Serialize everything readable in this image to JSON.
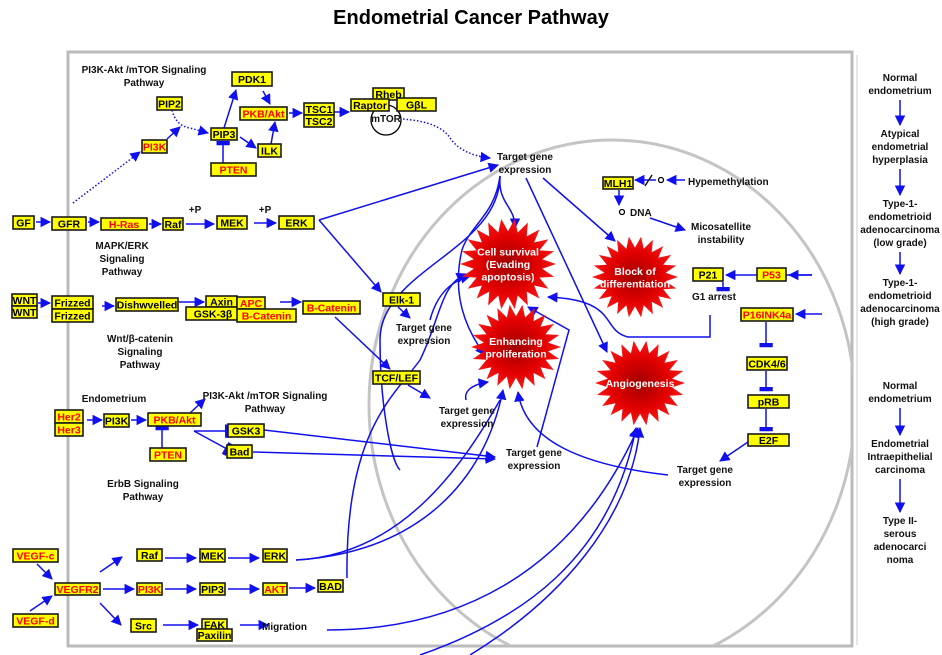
{
  "title": "Endometrial Cancer Pathway",
  "colors": {
    "node_fill": "#ffff00",
    "highlight_text": "#ff0000",
    "normal_text": "#000000",
    "edge": "#1010ee",
    "burst": "#e00000"
  },
  "nodes": [
    {
      "id": "pdk1",
      "label": "PDK1",
      "highlight": false
    },
    {
      "id": "pkb1",
      "label": "PKB/Akt",
      "highlight": true
    },
    {
      "id": "tsc1",
      "label": "TSC1",
      "highlight": false
    },
    {
      "id": "tsc2",
      "label": "TSC2",
      "highlight": false
    },
    {
      "id": "rheb",
      "label": "Rheb",
      "highlight": false
    },
    {
      "id": "raptor",
      "label": "Raptor",
      "highlight": false
    },
    {
      "id": "gbl",
      "label": "GβL",
      "highlight": false
    },
    {
      "id": "pip2",
      "label": "PIP2",
      "highlight": false
    },
    {
      "id": "pi3k1",
      "label": "PI3K",
      "highlight": true
    },
    {
      "id": "pip3a",
      "label": "PIP3",
      "highlight": false
    },
    {
      "id": "ilk",
      "label": "ILK",
      "highlight": false
    },
    {
      "id": "pten1",
      "label": "PTEN",
      "highlight": true
    },
    {
      "id": "gf",
      "label": "GF",
      "highlight": false
    },
    {
      "id": "gfr",
      "label": "GFR",
      "highlight": false
    },
    {
      "id": "hras",
      "label": "H-Ras",
      "highlight": true
    },
    {
      "id": "raf1",
      "label": "Raf",
      "highlight": false
    },
    {
      "id": "mek1",
      "label": "MEK",
      "highlight": false
    },
    {
      "id": "erk1",
      "label": "ERK",
      "highlight": false
    },
    {
      "id": "wnt1",
      "label": "WNT",
      "highlight": false
    },
    {
      "id": "wnt2",
      "label": "WNT",
      "highlight": false
    },
    {
      "id": "fz1",
      "label": "Frizzed",
      "highlight": false
    },
    {
      "id": "fz2",
      "label": "Frizzed",
      "highlight": false
    },
    {
      "id": "dsh",
      "label": "Dishwvelled",
      "highlight": false
    },
    {
      "id": "axin",
      "label": "Axin",
      "highlight": false
    },
    {
      "id": "gsk3b",
      "label": "GSK-3β",
      "highlight": false
    },
    {
      "id": "apc",
      "label": "APC",
      "highlight": true
    },
    {
      "id": "bcat1",
      "label": "B-Catenin",
      "highlight": true
    },
    {
      "id": "bcat2",
      "label": "B-Catenin",
      "highlight": true
    },
    {
      "id": "elk1",
      "label": "Elk-1",
      "highlight": false
    },
    {
      "id": "tcf",
      "label": "TCF/LEF",
      "highlight": false
    },
    {
      "id": "her2",
      "label": "Her2",
      "highlight": true
    },
    {
      "id": "her3",
      "label": "Her3",
      "highlight": true
    },
    {
      "id": "pi3k2",
      "label": "PI3K",
      "highlight": false
    },
    {
      "id": "pkb2",
      "label": "PKB/Akt",
      "highlight": true
    },
    {
      "id": "pten2",
      "label": "PTEN",
      "highlight": true
    },
    {
      "id": "gsk3",
      "label": "GSK3",
      "highlight": false
    },
    {
      "id": "bad1",
      "label": "Bad",
      "highlight": false
    },
    {
      "id": "vegfc",
      "label": "VEGF-c",
      "highlight": true
    },
    {
      "id": "vegfr2",
      "label": "VEGFR2",
      "highlight": true
    },
    {
      "id": "vegfd",
      "label": "VEGF-d",
      "highlight": true
    },
    {
      "id": "raf2",
      "label": "Raf",
      "highlight": false
    },
    {
      "id": "mek2",
      "label": "MEK",
      "highlight": false
    },
    {
      "id": "erk2",
      "label": "ERK",
      "highlight": false
    },
    {
      "id": "pi3k3",
      "label": "PI3K",
      "highlight": true
    },
    {
      "id": "pip3b",
      "label": "PIP3",
      "highlight": false
    },
    {
      "id": "akt",
      "label": "AKT",
      "highlight": true
    },
    {
      "id": "bad2",
      "label": "BAD",
      "highlight": false
    },
    {
      "id": "src",
      "label": "Src",
      "highlight": false
    },
    {
      "id": "fak",
      "label": "FAK",
      "highlight": false
    },
    {
      "id": "paxilin",
      "label": "Paxilin",
      "highlight": false
    },
    {
      "id": "mlh1",
      "label": "MLH1",
      "highlight": false
    },
    {
      "id": "p21",
      "label": "P21",
      "highlight": false
    },
    {
      "id": "p53",
      "label": "P53",
      "highlight": true
    },
    {
      "id": "p16",
      "label": "P16INK4a",
      "highlight": true
    },
    {
      "id": "cdk46",
      "label": "CDK4/6",
      "highlight": false
    },
    {
      "id": "prb",
      "label": "pRB",
      "highlight": false
    },
    {
      "id": "e2f",
      "label": "E2F",
      "highlight": false
    }
  ],
  "labels": [
    {
      "id": "pi3k_path1",
      "lines": [
        "PI3K-Akt /mTOR Signaling",
        "Pathway"
      ]
    },
    {
      "id": "mtor",
      "lines": [
        "mTOR"
      ]
    },
    {
      "id": "plusp1",
      "lines": [
        "+P"
      ]
    },
    {
      "id": "plusp2",
      "lines": [
        "+P"
      ]
    },
    {
      "id": "mapk_path",
      "lines": [
        "MAPK/ERK",
        "Signaling",
        "Pathway"
      ]
    },
    {
      "id": "wnt_path",
      "lines": [
        "Wnt/β-catenin",
        "Signaling",
        "Pathway"
      ]
    },
    {
      "id": "endometrium",
      "lines": [
        "Endometrium"
      ]
    },
    {
      "id": "pi3k_path2",
      "lines": [
        "PI3K-Akt /mTOR Signaling",
        "Pathway"
      ]
    },
    {
      "id": "erbb_path",
      "lines": [
        "ErbB Signaling",
        "Pathway"
      ]
    },
    {
      "id": "migration",
      "lines": [
        "Migration"
      ]
    },
    {
      "id": "tge1",
      "lines": [
        "Target gene",
        "expression"
      ]
    },
    {
      "id": "tge2",
      "lines": [
        "Target gene",
        "expression"
      ]
    },
    {
      "id": "tge3",
      "lines": [
        "Target gene",
        "expression"
      ]
    },
    {
      "id": "tge4",
      "lines": [
        "Target gene",
        "expression"
      ]
    },
    {
      "id": "tge5",
      "lines": [
        "Target gene",
        "expression"
      ]
    },
    {
      "id": "hypermeth",
      "lines": [
        "Hypemethylation"
      ]
    },
    {
      "id": "dna",
      "lines": [
        "DNA"
      ]
    },
    {
      "id": "msi",
      "lines": [
        "Micosatellite",
        "instability"
      ]
    },
    {
      "id": "g1",
      "lines": [
        "G1 arrest"
      ]
    }
  ],
  "outcomes": [
    {
      "id": "cell_survival",
      "lines": [
        "Cell survival",
        "(Evading",
        "apoptosis)"
      ]
    },
    {
      "id": "proliferation",
      "lines": [
        "Enhancing",
        "proliferation"
      ]
    },
    {
      "id": "block_diff",
      "lines": [
        "Block of",
        "differentiation"
      ]
    },
    {
      "id": "angiogenesis",
      "lines": [
        "Angiogenesis"
      ]
    }
  ],
  "progression": {
    "type1": [
      [
        "Normal",
        "endometrium"
      ],
      [
        "Atypical",
        "endometrial",
        "hyperplasia"
      ],
      [
        "Type-1-",
        "endometrioid",
        "adenocarcinoma",
        "(low grade)"
      ],
      [
        "Type-1-",
        "endometrioid",
        "adenocarcinoma",
        "(high grade)"
      ]
    ],
    "type2": [
      [
        "Normal",
        "endometrium"
      ],
      [
        "Endometrial",
        "Intraepithelial",
        "carcinoma"
      ],
      [
        "Type II-",
        "serous",
        "adenocarci",
        "noma"
      ]
    ]
  }
}
